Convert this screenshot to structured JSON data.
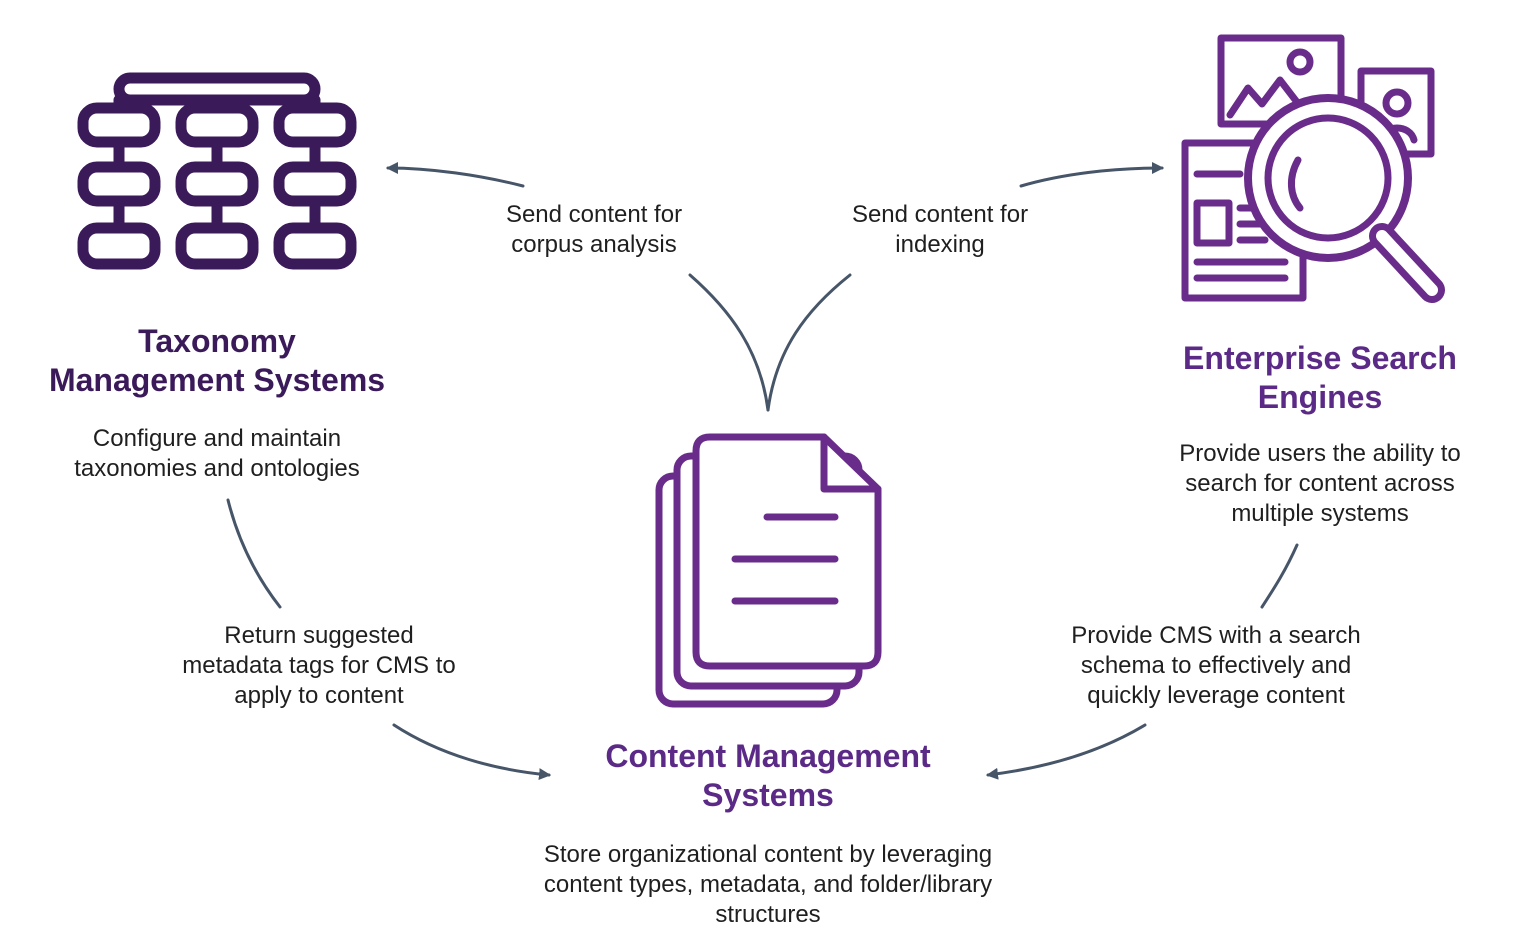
{
  "colors": {
    "taxonomy_title": "#3b1a5a",
    "purple": "#5b2a86",
    "icon_dark": "#3b1a5a",
    "icon_purple": "#6a2c8a",
    "arrow": "#475569",
    "text": "#1f1f1f"
  },
  "taxonomy": {
    "title_lines": [
      "Taxonomy",
      "Management Systems"
    ],
    "desc_lines": [
      "Configure and maintain",
      "taxonomies and ontologies"
    ],
    "icon": "hierarchy-grid-icon"
  },
  "search": {
    "title_lines": [
      "Enterprise Search",
      "Engines"
    ],
    "desc_lines": [
      "Provide users the ability to",
      "search for content across",
      "multiple systems"
    ],
    "icon": "magnifier-documents-icon"
  },
  "cms": {
    "title_lines": [
      "Content Management",
      "Systems"
    ],
    "desc_lines": [
      "Store organizational content by leveraging",
      "content types, metadata, and folder/library",
      "structures"
    ],
    "icon": "stacked-documents-icon"
  },
  "flows": {
    "corpus": [
      "Send content for",
      "corpus analysis"
    ],
    "indexing": [
      "Send content for",
      "indexing"
    ],
    "metadata": [
      "Return suggested",
      "metadata tags for CMS to",
      "apply to content"
    ],
    "schema": [
      "Provide CMS with a search",
      "schema to effectively and",
      "quickly leverage content"
    ]
  }
}
